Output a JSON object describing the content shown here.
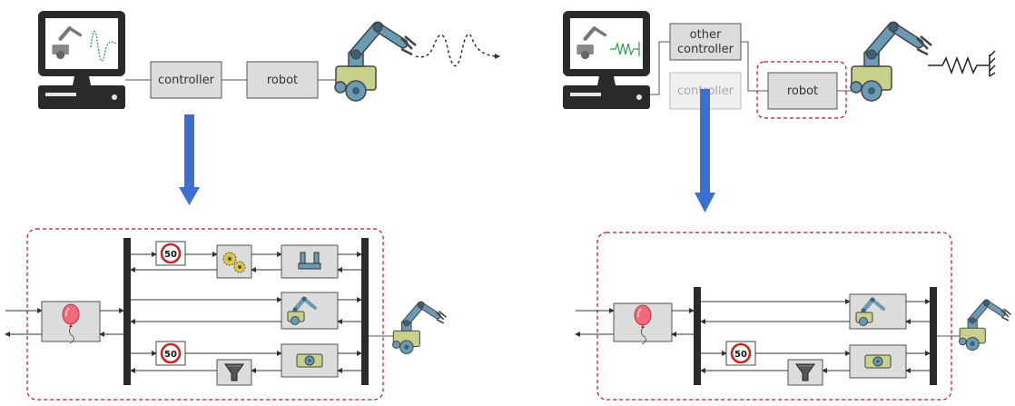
{
  "left": {
    "top_row": {
      "controller_label": "controller",
      "robot_label": "robot"
    },
    "pipeline": {
      "rate_limit_top": "50",
      "rate_limit_bottom": "50"
    }
  },
  "right": {
    "top_row": {
      "other_controller_line1": "other",
      "other_controller_line2": "controller",
      "controller_dim_label": "controller",
      "robot_label": "robot"
    },
    "pipeline": {
      "rate_limit": "50"
    }
  },
  "colors": {
    "arrow_blue": "#3d6fcf",
    "dashed_red": "#b2182b",
    "robot_blue": "#6a9ab4",
    "robot_olive": "#c8d08a",
    "box_grey": "#dcdcdc",
    "screen_green": "#2e9c4a"
  }
}
